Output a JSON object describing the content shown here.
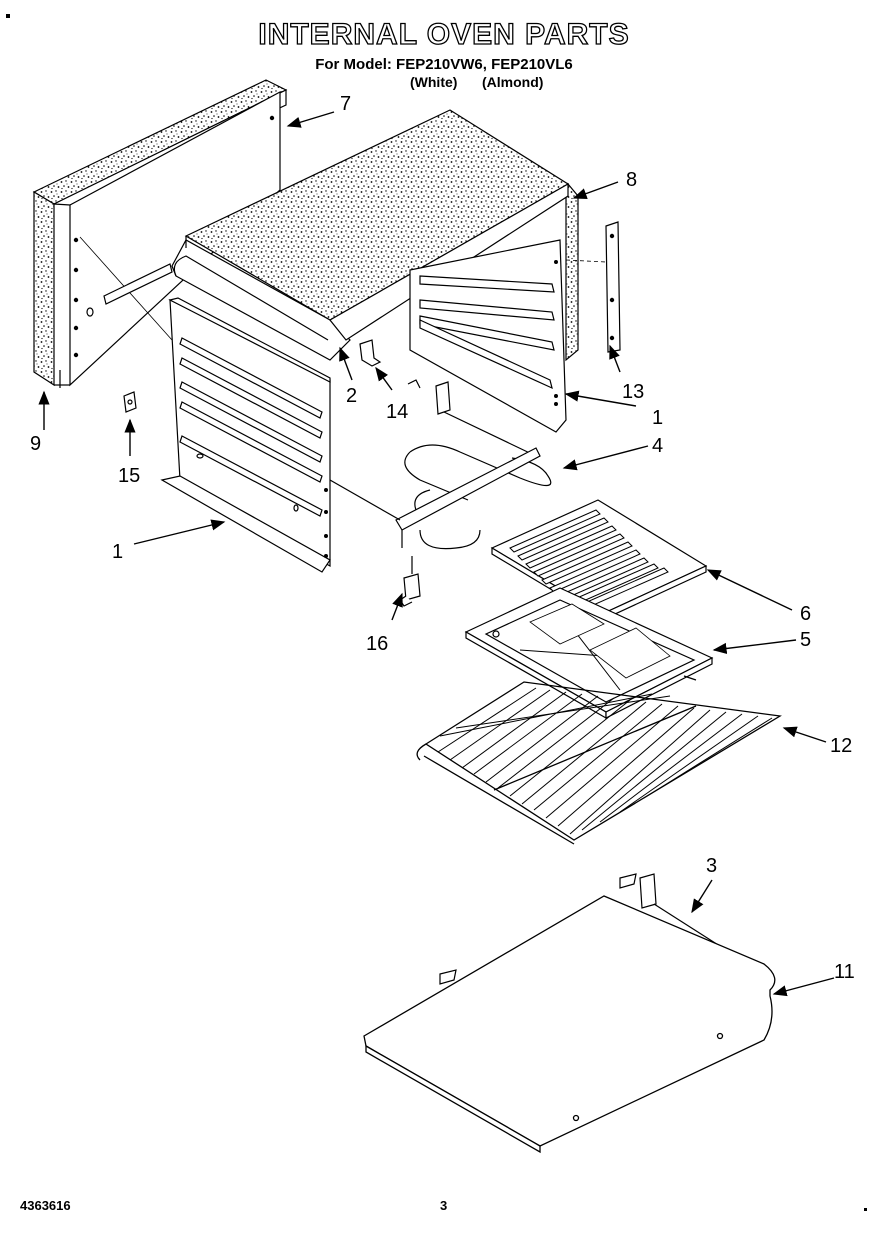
{
  "header": {
    "title": "INTERNAL OVEN PARTS",
    "model_line": "For Model: FEP210VW6, FEP210VL6",
    "variant_white": "(White)",
    "variant_almond": "(Almond)"
  },
  "callouts": {
    "c1a": "1",
    "c1b": "1",
    "c2": "2",
    "c3": "3",
    "c4": "4",
    "c5": "5",
    "c6": "6",
    "c7": "7",
    "c8": "8",
    "c9": "9",
    "c11": "11",
    "c12": "12",
    "c13": "13",
    "c14": "14",
    "c15": "15",
    "c16": "16"
  },
  "footer": {
    "part_number": "4363616",
    "page_number": "3"
  }
}
